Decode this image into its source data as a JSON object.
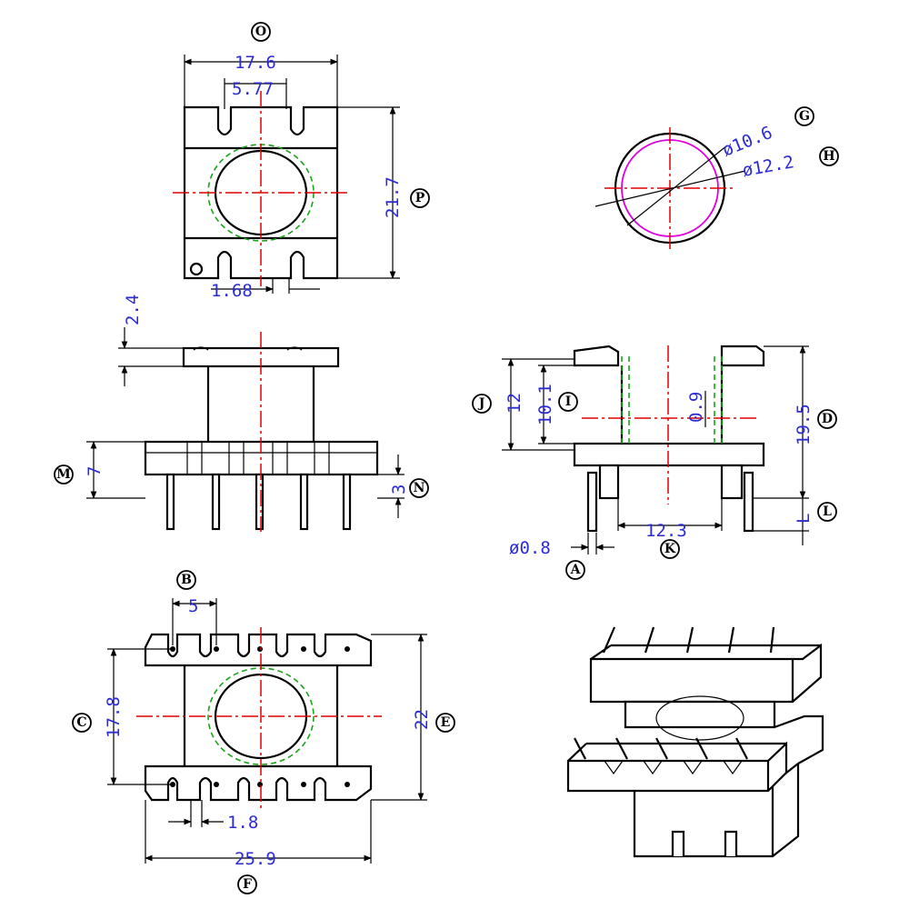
{
  "dimensions": {
    "top_width": "17.6",
    "slot_spacing": "5.77",
    "top_height": "21.7",
    "slot_width": "1.68",
    "flange_thickness": "2.4",
    "base_height": "7",
    "pin_stub": "3",
    "inner_dia": "ø10.6",
    "outer_dia": "ø12.2",
    "inner_window": "12",
    "inner_height": "10.1",
    "wall": "0.9",
    "overall_height": "19.5",
    "pin_length": "L",
    "core_width": "12.3",
    "pin_dia": "ø0.8",
    "pin_pitch": "5",
    "bottom_depth": "17.8",
    "bottom_outer": "22",
    "bottom_slot": "1.8",
    "bottom_width": "25.9"
  },
  "labels": {
    "O": "O",
    "P": "P",
    "G": "G",
    "H": "H",
    "J": "J",
    "I": "I",
    "D": "D",
    "M": "M",
    "N": "N",
    "L": "L",
    "A": "A",
    "K": "K",
    "B": "B",
    "C": "C",
    "E": "E",
    "F": "F"
  }
}
